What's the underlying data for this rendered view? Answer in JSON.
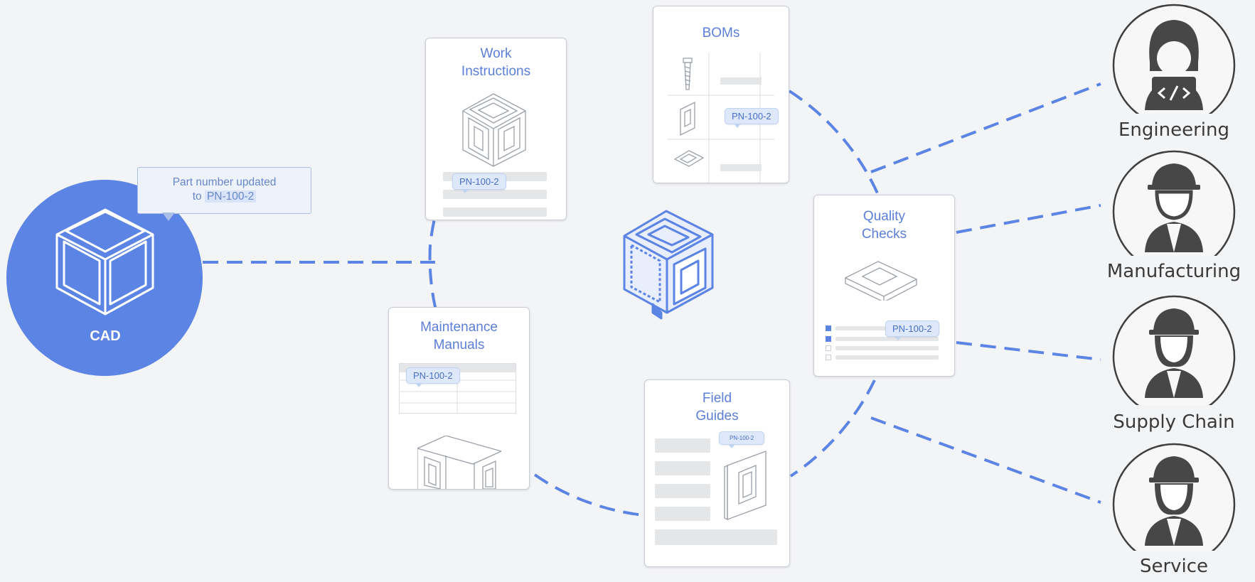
{
  "cad": {
    "label": "CAD",
    "callout_line1": "Part number updated",
    "callout_prefix": "to",
    "callout_pn": "PN-100-2"
  },
  "cards": {
    "work_instructions": {
      "title1": "Work",
      "title2": "Instructions",
      "tag": "PN-100-2"
    },
    "boms": {
      "title": "BOMs",
      "tag": "PN-100-2"
    },
    "quality_checks": {
      "title1": "Quality",
      "title2": "Checks",
      "tag": "PN-100-2"
    },
    "maintenance_manuals": {
      "title1": "Maintenance",
      "title2": "Manuals",
      "tag": "PN-100-2"
    },
    "field_guides": {
      "title1": "Field",
      "title2": "Guides",
      "tag": "PN-100-2"
    }
  },
  "people": [
    {
      "label": "Engineering",
      "icon": "engineer-laptop-icon"
    },
    {
      "label": "Manufacturing",
      "icon": "worker-hardhat-icon"
    },
    {
      "label": "Supply Chain",
      "icon": "worker-hardhat-female-icon"
    },
    {
      "label": "Service",
      "icon": "worker-hardhat-female-icon"
    }
  ],
  "colors": {
    "accent": "#5b84e4",
    "dash": "#5b84e4",
    "card_text": "#5b7fd8",
    "person_icon": "#474747",
    "background": "#f3f4f6"
  }
}
